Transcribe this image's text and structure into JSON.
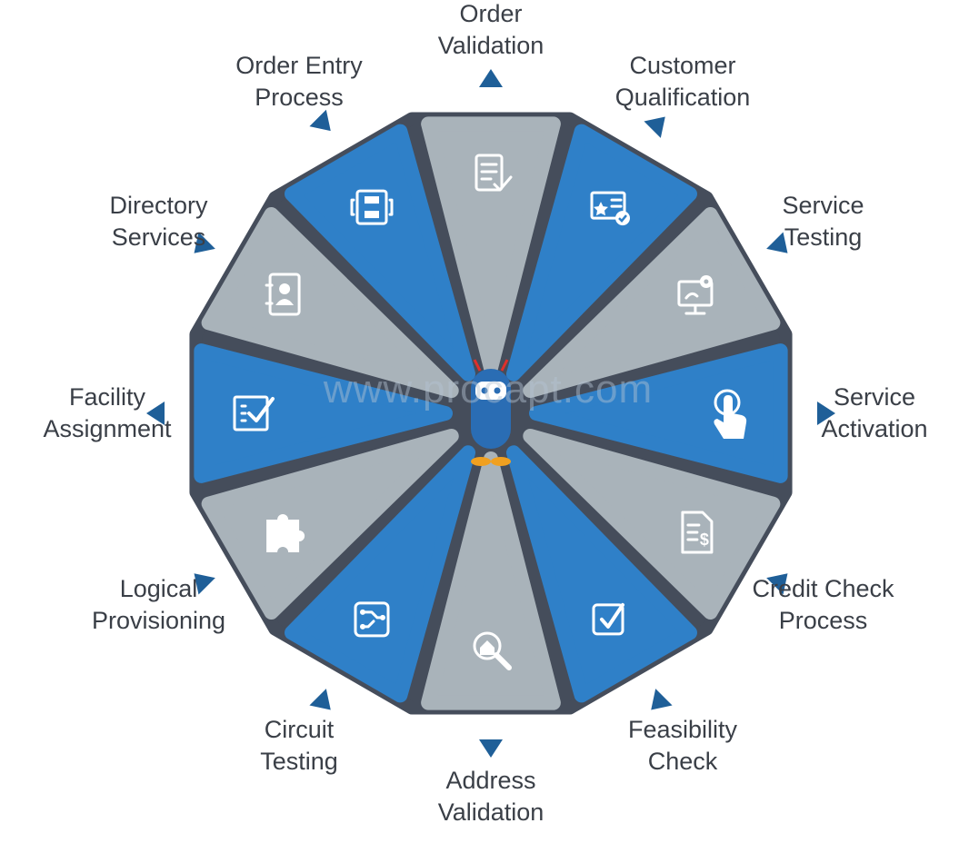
{
  "watermark": "www.procapt.com",
  "colors": {
    "hub": "#454d5b",
    "blue": "#2f80c8",
    "blue_light": "#4a9be0",
    "gray": "#a9b3ba",
    "gray_light": "#c3cbd0",
    "arrow": "#1f5f98",
    "icon": "#ffffff",
    "text": "#3a3f47"
  },
  "segments": [
    {
      "label": [
        "Order",
        "Validation"
      ],
      "color": "gray",
      "icon": "document-check-icon",
      "arrow": "up"
    },
    {
      "label": [
        "Customer",
        "Qualification"
      ],
      "color": "blue",
      "icon": "customer-card-icon",
      "arrow": "up-right"
    },
    {
      "label": [
        "Service",
        "Testing"
      ],
      "color": "gray",
      "icon": "monitor-gear-icon",
      "arrow": "down-right"
    },
    {
      "label": [
        "Service",
        "Activation"
      ],
      "color": "blue",
      "icon": "touch-hand-icon",
      "arrow": "right"
    },
    {
      "label": [
        "Credit Check",
        "Process"
      ],
      "color": "gray",
      "icon": "invoice-dollar-icon",
      "arrow": "up-right"
    },
    {
      "label": [
        "Feasibility",
        "Check"
      ],
      "color": "blue",
      "icon": "checkbox-icon",
      "arrow": "down-left"
    },
    {
      "label": [
        "Address",
        "Validation"
      ],
      "color": "gray",
      "icon": "search-home-icon",
      "arrow": "down"
    },
    {
      "label": [
        "Circuit",
        "Testing"
      ],
      "color": "blue",
      "icon": "circuit-icon",
      "arrow": "down-right"
    },
    {
      "label": [
        "Logical",
        "Provisioning"
      ],
      "color": "gray",
      "icon": "puzzle-icon",
      "arrow": "up-left"
    },
    {
      "label": [
        "Facility",
        "Assignment"
      ],
      "color": "blue",
      "icon": "checklist-icon",
      "arrow": "left"
    },
    {
      "label": [
        "Directory",
        "Services"
      ],
      "color": "gray",
      "icon": "contact-book-icon",
      "arrow": "down-left"
    },
    {
      "label": [
        "Order Entry",
        "Process"
      ],
      "color": "blue",
      "icon": "process-flow-icon",
      "arrow": "down-right"
    }
  ]
}
